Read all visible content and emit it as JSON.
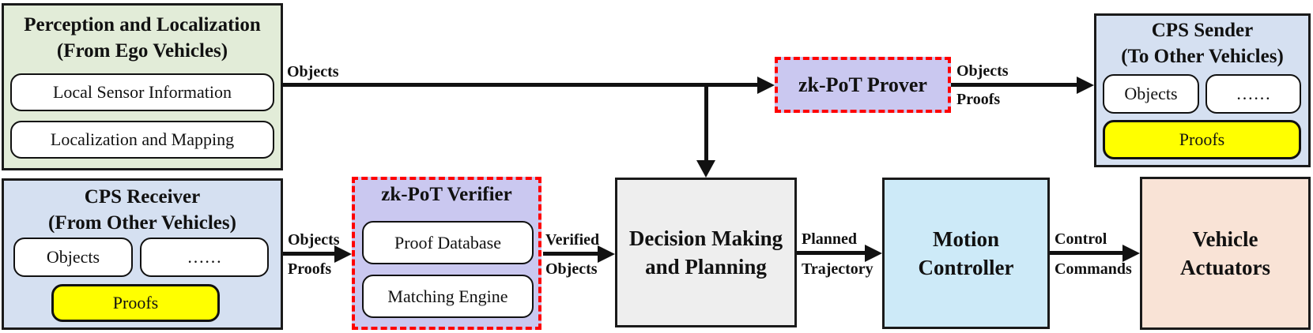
{
  "figure": {
    "type": "system-architecture-diagram",
    "colors": {
      "perception_bg": "#e2ecd8",
      "cps_bg": "#d5e0f1",
      "zk_module_bg": "#cac8f0",
      "zk_module_border": "#ff0000",
      "proofs_bg": "#ffff00",
      "decision_bg": "#eeeeee",
      "motion_bg": "#cdeaf8",
      "actuators_bg": "#f9e3d6",
      "line_color": "#111111"
    },
    "nodes": {
      "perception": {
        "title1": "Perception and Localization",
        "title2": "(From Ego Vehicles)",
        "items": [
          "Local Sensor Information",
          "Localization and Mapping"
        ]
      },
      "cps_receiver": {
        "title1": "CPS Receiver",
        "title2": "(From Other Vehicles)",
        "objects": "Objects",
        "dots": "……",
        "proofs": "Proofs"
      },
      "verifier": {
        "title": "zk-PoT Verifier",
        "items": [
          "Proof Database",
          "Matching Engine"
        ]
      },
      "prover": {
        "title": "zk-PoT Prover"
      },
      "cps_sender": {
        "title1": "CPS Sender",
        "title2": "(To Other Vehicles)",
        "objects": "Objects",
        "dots": "……",
        "proofs": "Proofs"
      },
      "decision": {
        "line1": "Decision Making",
        "line2": "and Planning"
      },
      "motion": {
        "line1": "Motion",
        "line2": "Controller"
      },
      "actuators": {
        "line1": "Vehicle",
        "line2": "Actuators"
      }
    },
    "edge_labels": {
      "perception_to_prover": {
        "top": "Objects"
      },
      "prover_to_sender": {
        "top": "Objects",
        "bottom": "Proofs"
      },
      "receiver_to_verifier": {
        "top": "Objects",
        "bottom": "Proofs"
      },
      "verifier_to_decision": {
        "top": "Verified",
        "bottom": "Objects"
      },
      "decision_to_motion": {
        "top": "Planned",
        "bottom": "Trajectory"
      },
      "motion_to_actuators": {
        "top": "Control",
        "bottom": "Commands"
      }
    }
  }
}
